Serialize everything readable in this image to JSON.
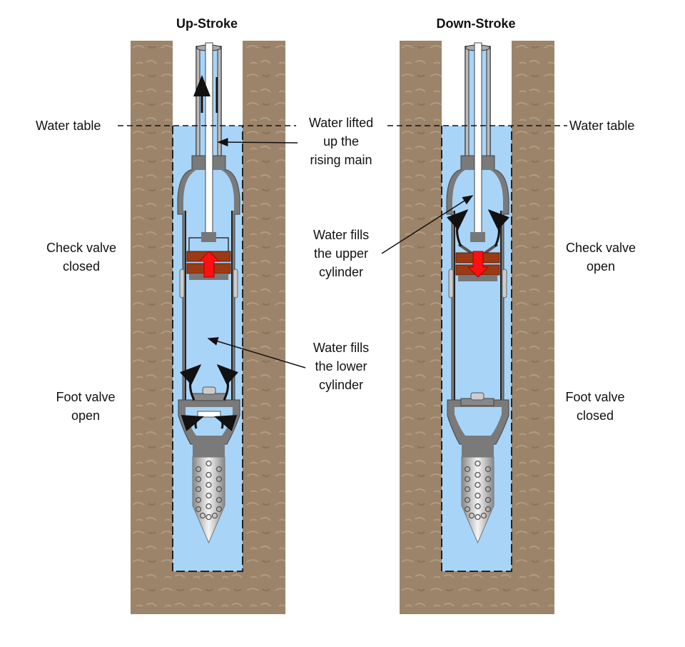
{
  "titles": {
    "up": "Up-Stroke",
    "down": "Down-Stroke"
  },
  "labels": {
    "water_table_left": "Water table",
    "water_table_right": "Water table",
    "water_lifted": [
      "Water lifted",
      "up the",
      "rising main"
    ],
    "check_closed": [
      "Check valve",
      "closed"
    ],
    "check_open": [
      "Check valve",
      "open"
    ],
    "upper_cyl": [
      "Water fills",
      "the upper",
      "cylinder"
    ],
    "lower_cyl": [
      "Water fills",
      "the lower",
      "cylinder"
    ],
    "foot_open": [
      "Foot valve",
      "open"
    ],
    "foot_closed": [
      "Foot valve",
      "closed"
    ]
  },
  "colors": {
    "soil": "#9b8469",
    "water": "#a8d4f8",
    "metal": "#808080",
    "piston": "#9b3a14",
    "arrow_red": "#ff1010"
  }
}
